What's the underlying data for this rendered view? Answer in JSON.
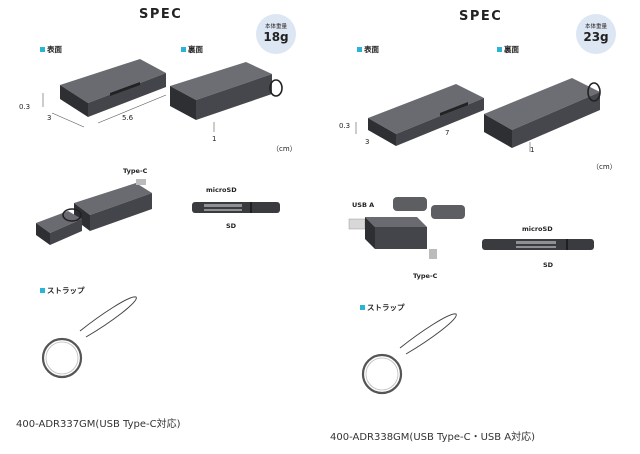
{
  "left": {
    "spec_title": "SPEC",
    "weight_label": "本体重量",
    "weight_value": "18g",
    "front_label": "表面",
    "back_label": "裏面",
    "dim_thickness": "0.3",
    "dim_width": "3",
    "dim_length": "5.6",
    "dim_back": "1",
    "unit": "（cm）",
    "typec_label": "Type-C",
    "microsd_label": "microSD",
    "sd_label": "SD",
    "strap_label": "ストラップ",
    "caption": "400-ADR337GM(USB Type-C対応)"
  },
  "right": {
    "spec_title": "SPEC",
    "weight_label": "本体重量",
    "weight_value": "23g",
    "front_label": "表面",
    "back_label": "裏面",
    "dim_thickness": "0.3",
    "dim_width": "3",
    "dim_length": "7",
    "dim_back": "1",
    "unit": "（cm）",
    "usba_label": "USB A",
    "typec_label": "Type-C",
    "microsd_label": "microSD",
    "sd_label": "SD",
    "strap_label": "ストラップ",
    "caption": "400-ADR338GM(USB Type-C・USB A対応)"
  },
  "colors": {
    "accent": "#2ab5d4",
    "badge_bg": "#dde6f3",
    "device_dark": "#3c3d40",
    "device_mid": "#5b5c60"
  }
}
